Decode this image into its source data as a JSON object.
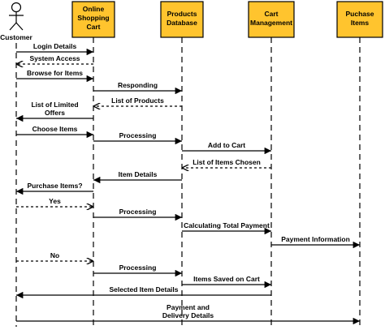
{
  "actor": {
    "label": "Customer"
  },
  "lifelines": [
    {
      "id": "osc",
      "lines": [
        "Online",
        "Shopping",
        "Cart"
      ]
    },
    {
      "id": "pd",
      "lines": [
        "Products",
        "Database"
      ]
    },
    {
      "id": "cm",
      "lines": [
        "Cart",
        "Management"
      ]
    },
    {
      "id": "pi",
      "lines": [
        "Puchase",
        "Items"
      ]
    }
  ],
  "messages": [
    {
      "from": "cust",
      "to": "osc",
      "dashed": false,
      "label": [
        "Login Details"
      ]
    },
    {
      "from": "osc",
      "to": "cust",
      "dashed": true,
      "label": [
        "System Access"
      ]
    },
    {
      "from": "cust",
      "to": "osc",
      "dashed": false,
      "label": [
        "Browse for Items"
      ]
    },
    {
      "from": "osc",
      "to": "pd",
      "dashed": false,
      "label": [
        "Responding"
      ]
    },
    {
      "from": "pd",
      "to": "osc",
      "dashed": true,
      "label": [
        "List of Products"
      ]
    },
    {
      "from": "osc",
      "to": "cust",
      "dashed": false,
      "label": [
        "List of Limited",
        "Offers"
      ]
    },
    {
      "from": "cust",
      "to": "osc",
      "dashed": false,
      "label": [
        "Choose Items"
      ]
    },
    {
      "from": "osc",
      "to": "pd",
      "dashed": false,
      "label": [
        "Processing"
      ]
    },
    {
      "from": "pd",
      "to": "cm",
      "dashed": false,
      "label": [
        "Add to Cart"
      ]
    },
    {
      "from": "cm",
      "to": "pd",
      "dashed": true,
      "label": [
        "List of Items Chosen"
      ]
    },
    {
      "from": "pd",
      "to": "osc",
      "dashed": false,
      "label": [
        "Item Details"
      ]
    },
    {
      "from": "osc",
      "to": "cust",
      "dashed": false,
      "label": [
        "Purchase Items?"
      ]
    },
    {
      "from": "cust",
      "to": "osc",
      "dashed": true,
      "label": [
        "Yes"
      ]
    },
    {
      "from": "osc",
      "to": "pd",
      "dashed": false,
      "label": [
        "Processing"
      ]
    },
    {
      "from": "pd",
      "to": "cm",
      "dashed": false,
      "label": [
        "Calculating Total Payment"
      ]
    },
    {
      "from": "cm",
      "to": "pi",
      "dashed": false,
      "label": [
        "Payment Information"
      ]
    },
    {
      "from": "cust",
      "to": "osc",
      "dashed": true,
      "label": [
        "No"
      ]
    },
    {
      "from": "osc",
      "to": "pd",
      "dashed": false,
      "label": [
        "Processing"
      ]
    },
    {
      "from": "pd",
      "to": "cm",
      "dashed": false,
      "label": [
        "Items Saved on Cart"
      ]
    },
    {
      "from": "cm",
      "to": "cust",
      "dashed": false,
      "label": [
        "Selected Item Details"
      ]
    },
    {
      "from": "cust",
      "to": "pi",
      "dashed": false,
      "label": [
        "Payment and",
        "Delivery Details"
      ]
    }
  ],
  "colors": {
    "box_fill": "#ffc42e",
    "box_stroke": "#000000",
    "line": "#000000"
  }
}
